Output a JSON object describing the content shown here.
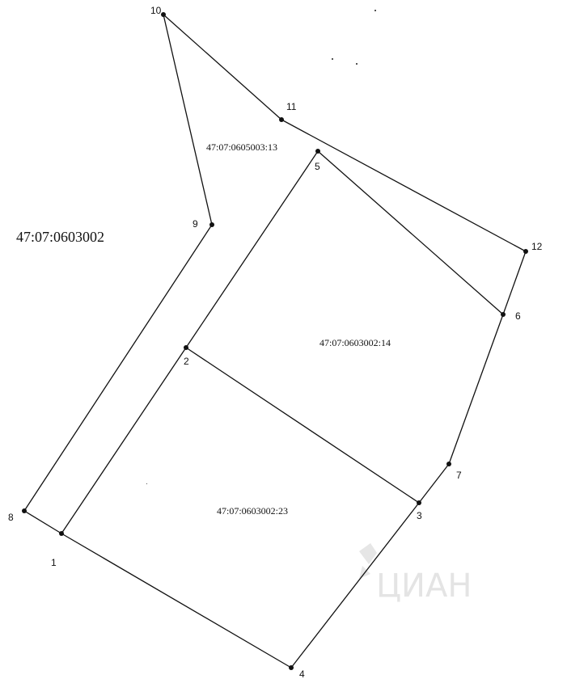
{
  "quarter_label": "47:07:0603002",
  "parcels": [
    {
      "label": "47:07:0605003:13",
      "vertices": [
        "10",
        "11",
        "12",
        "6",
        "5",
        "2",
        "1",
        "8",
        "9"
      ]
    },
    {
      "label": "47:07:0603002:14",
      "vertices": [
        "2",
        "5",
        "6",
        "7",
        "3"
      ]
    },
    {
      "label": "47:07:0603002:23",
      "vertices": [
        "1",
        "2",
        "3",
        "4"
      ]
    }
  ],
  "points": [
    "1",
    "2",
    "3",
    "4",
    "5",
    "6",
    "7",
    "8",
    "9",
    "10",
    "11",
    "12"
  ],
  "watermark": "ЦИАН"
}
